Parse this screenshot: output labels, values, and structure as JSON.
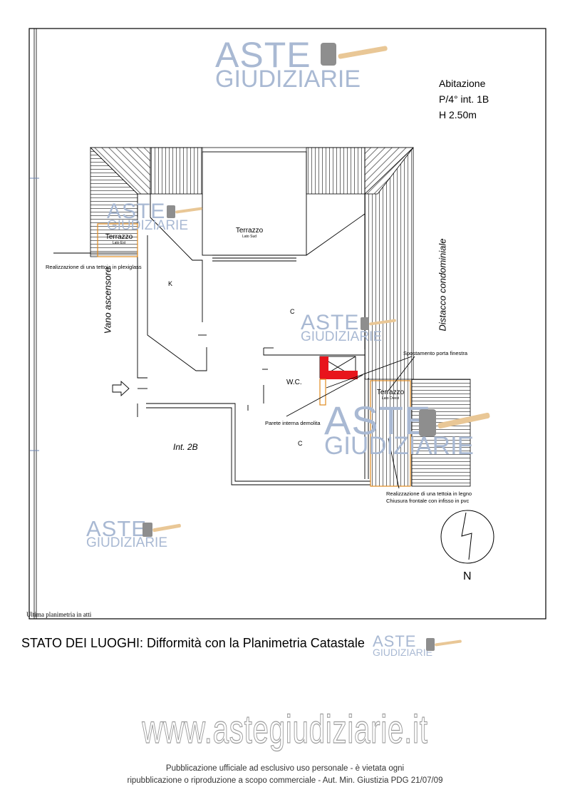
{
  "plan": {
    "header": {
      "line1": "Abitazione",
      "line2": "P/4° int. 1B",
      "line3": "H 2.50m"
    },
    "rooms": {
      "terrazzo_est": {
        "title": "Terrazzo",
        "sub": "Lato Est"
      },
      "terrazzo_sud": {
        "title": "Terrazzo",
        "sub": "Lato Sud"
      },
      "terrazzo_ovest": {
        "title": "Terrazzo",
        "sub": "Lato Ovest"
      },
      "kitchen": "K",
      "corridor_top": "C",
      "corridor_bottom": "C",
      "wc": "W.C.",
      "int_2b": "Int. 2B"
    },
    "labels": {
      "vano_ascensore": "Vano ascensore",
      "distacco": "Distacco condominiale"
    },
    "annotations": {
      "tettoia_plexiglass": "Realizzazione di una tettoia in plexiglass",
      "spostamento": "Spostamento porta finestra",
      "parete": "Parete interna demolita",
      "tettoia_legno_1": "Realizzazione di una tettoia in legno",
      "tettoia_legno_2": "Chiusura frontale con infisso in pvc"
    },
    "north": "N",
    "footer_note": "Ultima planimetria in atti"
  },
  "watermark": {
    "top": "ASTE",
    "bottom": "GIUDIZIARIE"
  },
  "caption": "STATO DEI LUOGHI: Difformità con la Planimetria Catastale",
  "site": "www.astegiudiziarie.it",
  "notice": {
    "line1": "Pubblicazione ufficiale ad esclusivo uso personale - è vietata ogni",
    "line2": "ripubblicazione o riproduzione a scopo commerciale - Aut. Min. Giustizia PDG 21/07/09"
  },
  "colors": {
    "accent_red": "#e8141c",
    "orange": "#e08a1e",
    "watermark": "#a9b9d3"
  }
}
